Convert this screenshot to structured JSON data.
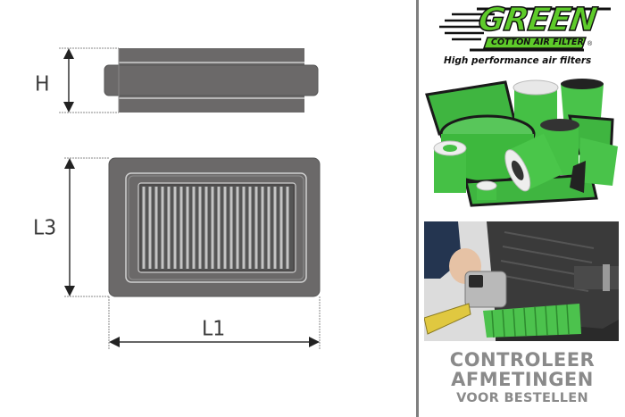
{
  "diagram": {
    "side_view": {
      "label": "H"
    },
    "top_view": {
      "height_label": "L3",
      "width_label": "L1"
    },
    "colors": {
      "filter_body": "#6b6969",
      "filter_dark": "#4a4848",
      "pleat_light": "#b8b8b8",
      "line": "#444444"
    }
  },
  "brand": {
    "logo_word": "GREEN",
    "logo_sub": "COTTON AIR FILTER",
    "registered": "®",
    "tagline": "High performance air filters",
    "colors": {
      "green": "#5ecb2a",
      "dark": "#111111"
    }
  },
  "products_image": {
    "alt": "Assortment of green cotton air filters"
  },
  "measure_photo": {
    "alt": "Measuring an air filter in an engine bay with a tape measure"
  },
  "cta": {
    "line1": "CONTROLEER",
    "line2": "AFMETINGEN",
    "line3": "VOOR BESTELLEN",
    "color": "#8a8a8a"
  }
}
